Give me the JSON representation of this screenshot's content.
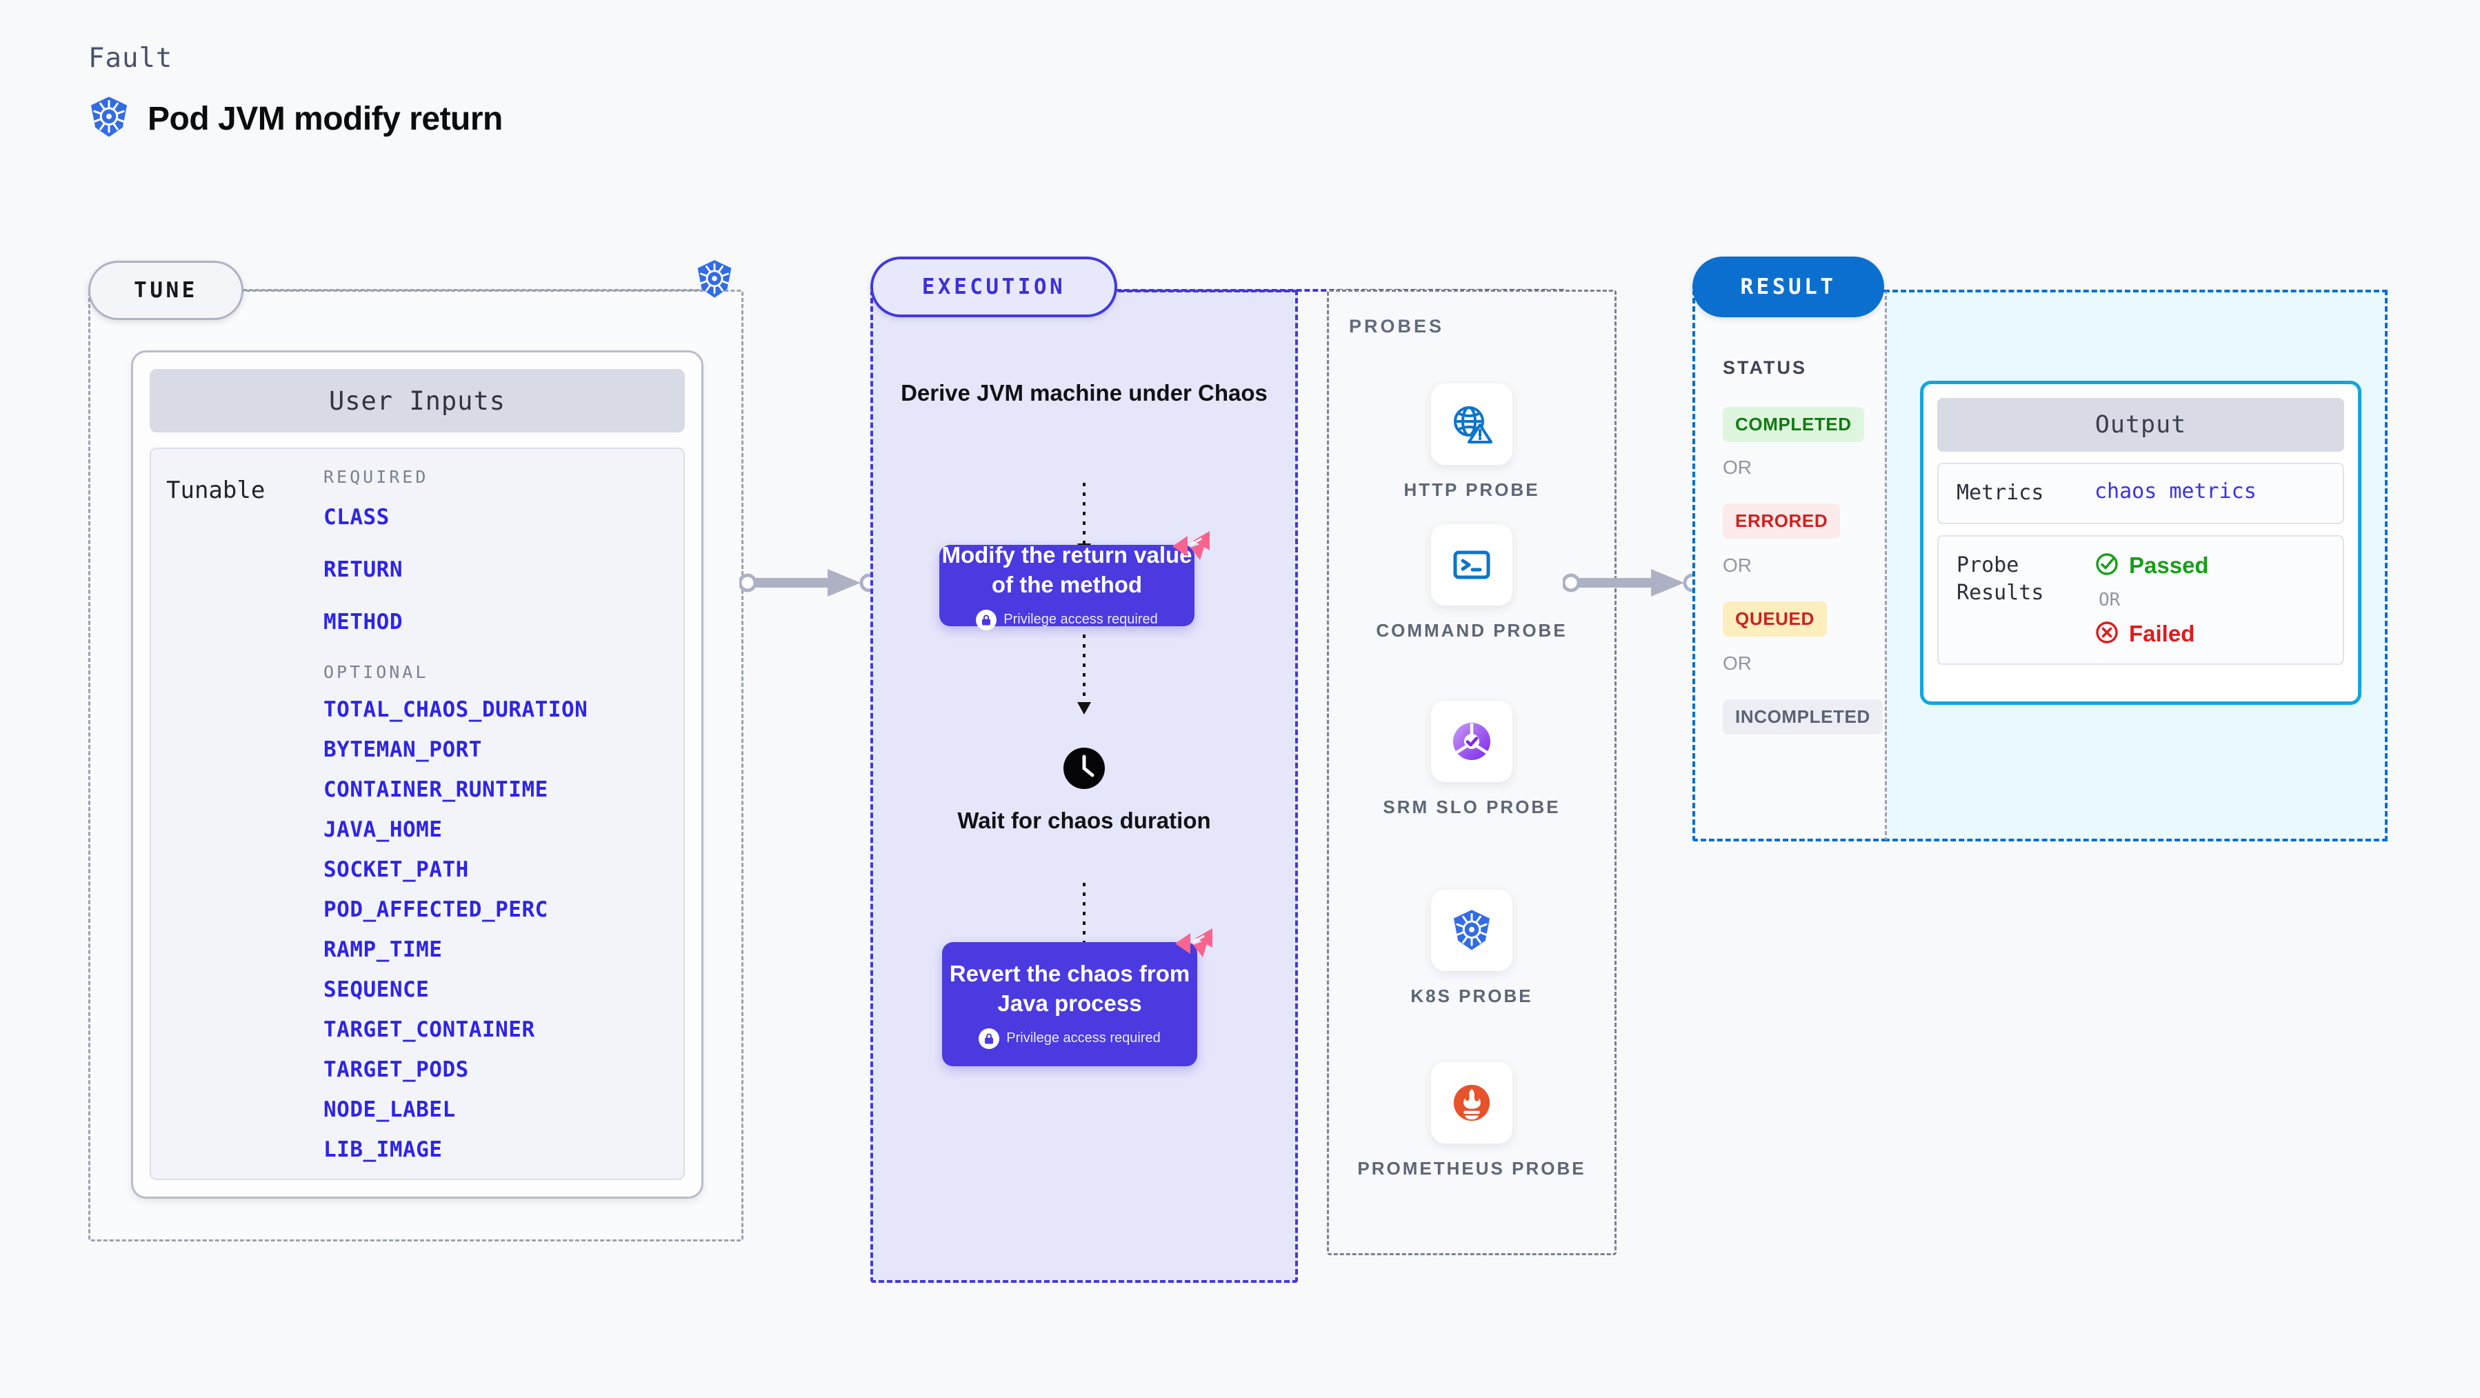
{
  "header": {
    "kicker": "Fault",
    "title": "Pod JVM modify return",
    "icon": "kubernetes-icon"
  },
  "tune": {
    "pill_label": "TUNE",
    "badge_icon": "kubernetes-icon",
    "card": {
      "title": "User Inputs",
      "row_label": "Tunable",
      "required_heading": "REQUIRED",
      "required": [
        "CLASS",
        "RETURN",
        "METHOD"
      ],
      "optional_heading": "OPTIONAL",
      "optional": [
        "TOTAL_CHAOS_DURATION",
        "BYTEMAN_PORT",
        "CONTAINER_RUNTIME",
        "JAVA_HOME",
        "SOCKET_PATH",
        "POD_AFFECTED_PERC",
        "RAMP_TIME",
        "SEQUENCE",
        "TARGET_CONTAINER",
        "TARGET_PODS",
        "NODE_LABEL",
        "LIB_IMAGE"
      ]
    }
  },
  "execution": {
    "pill_label": "EXECUTION",
    "steps": {
      "derive": "Derive JVM machine under Chaos",
      "modify": "Modify the return value of the method",
      "wait": "Wait for chaos duration",
      "revert": "Revert the chaos from Java process"
    },
    "privilege_note": "Privilege access required",
    "lock_icon": "lock-icon",
    "clock_icon": "clock-icon",
    "ribbon_icon": "chaos-ribbon-icon"
  },
  "probes": {
    "heading": "PROBES",
    "items": [
      {
        "name": "HTTP PROBE",
        "icon": "globe-warning-icon"
      },
      {
        "name": "COMMAND PROBE",
        "icon": "terminal-icon"
      },
      {
        "name": "SRM SLO PROBE",
        "icon": "slo-gauge-icon"
      },
      {
        "name": "K8S PROBE",
        "icon": "kubernetes-icon"
      },
      {
        "name": "PROMETHEUS PROBE",
        "icon": "prometheus-icon"
      }
    ]
  },
  "result": {
    "pill_label": "RESULT",
    "status_heading": "STATUS",
    "or_label": "OR",
    "statuses": [
      {
        "label": "COMPLETED",
        "bg": "#ddf6dd",
        "fg": "#117a11"
      },
      {
        "label": "ERRORED",
        "bg": "#fdeaea",
        "fg": "#cf2020"
      },
      {
        "label": "QUEUED",
        "bg": "#fdeebe",
        "fg": "#cf2020"
      },
      {
        "label": "INCOMPLETED",
        "bg": "#eceef4",
        "fg": "#5c6275"
      }
    ],
    "output": {
      "title": "Output",
      "metrics_key": "Metrics",
      "metrics_value": "chaos metrics",
      "probe_key": "Probe Results",
      "passed_label": "Passed",
      "failed_label": "Failed",
      "or_label": "OR",
      "passed_icon": "check-circle-icon",
      "failed_icon": "x-circle-icon"
    }
  },
  "colors": {
    "page_bg": "#f8f9fb",
    "accent_purple": "#4a3ae0",
    "accent_blue": "#0b6fd0",
    "accent_cyan": "#12a5e0",
    "param_blue": "#2e24e8",
    "ribbon_pink": "#f9648f",
    "k8s_blue": "#326ce5",
    "prometheus_orange": "#e6522c",
    "passed_green": "#16a016",
    "failed_red": "#e01b1b"
  }
}
